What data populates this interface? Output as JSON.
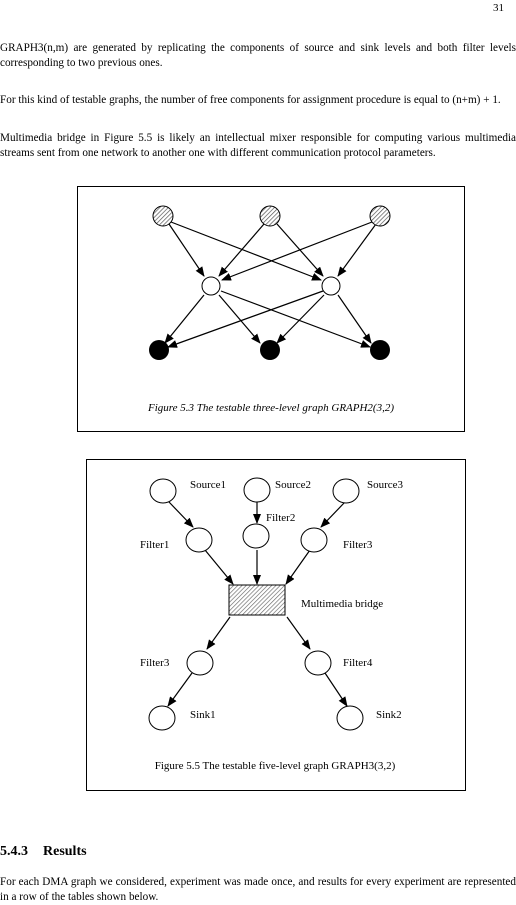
{
  "page_number": "31",
  "paragraphs": {
    "p1": "GRAPH3(n,m) are generated by replicating the components of source and sink levels and both filter levels corresponding to two previous ones.",
    "p2": "For this kind of testable graphs, the number of free components for assignment procedure is equal to (n+m) + 1.",
    "p3": "Multimedia bridge in Figure 5.5 is likely an intellectual mixer responsible for computing various multimedia streams sent from one network to another one with different communication protocol parameters.",
    "p4": "For each DMA graph we considered, experiment was made once, and results for every experiment are represented in a row of the tables shown below."
  },
  "figure1": {
    "caption": "Figure 5.3 The testable three-level graph GRAPH2(3,2)"
  },
  "figure2": {
    "caption": "Figure 5.5 The testable five-level graph GRAPH3(3,2)",
    "labels": {
      "source1": "Source1",
      "source2": "Source2",
      "source3": "Source3",
      "filter2": "Filter2",
      "filter1": "Filter1",
      "filter3_top": "Filter3",
      "bridge": "Multimedia bridge",
      "filter3_bottom": "Filter3",
      "filter4": "Filter4",
      "sink1": "Sink1",
      "sink2": "Sink2"
    }
  },
  "section": {
    "number": "5.4.3",
    "title": "Results"
  }
}
